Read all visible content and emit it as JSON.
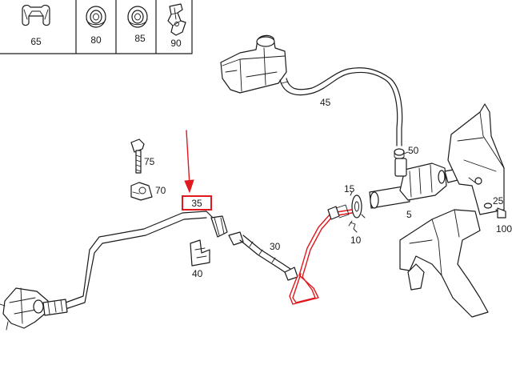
{
  "colors": {
    "line": "#1a1a1a",
    "highlight": "#e0191e",
    "background": "#ffffff"
  },
  "icons": [
    "arrow-down-icon"
  ],
  "legend_parts": [
    "65",
    "80",
    "85",
    "90"
  ],
  "labels": {
    "p5": "5",
    "p10": "10",
    "p15": "15",
    "p25": "25",
    "p30": "30",
    "p35": "35",
    "p40": "40",
    "p45": "45",
    "p50": "50",
    "p70": "70",
    "p75": "75",
    "p100": "100"
  },
  "highlighted_part": "35"
}
